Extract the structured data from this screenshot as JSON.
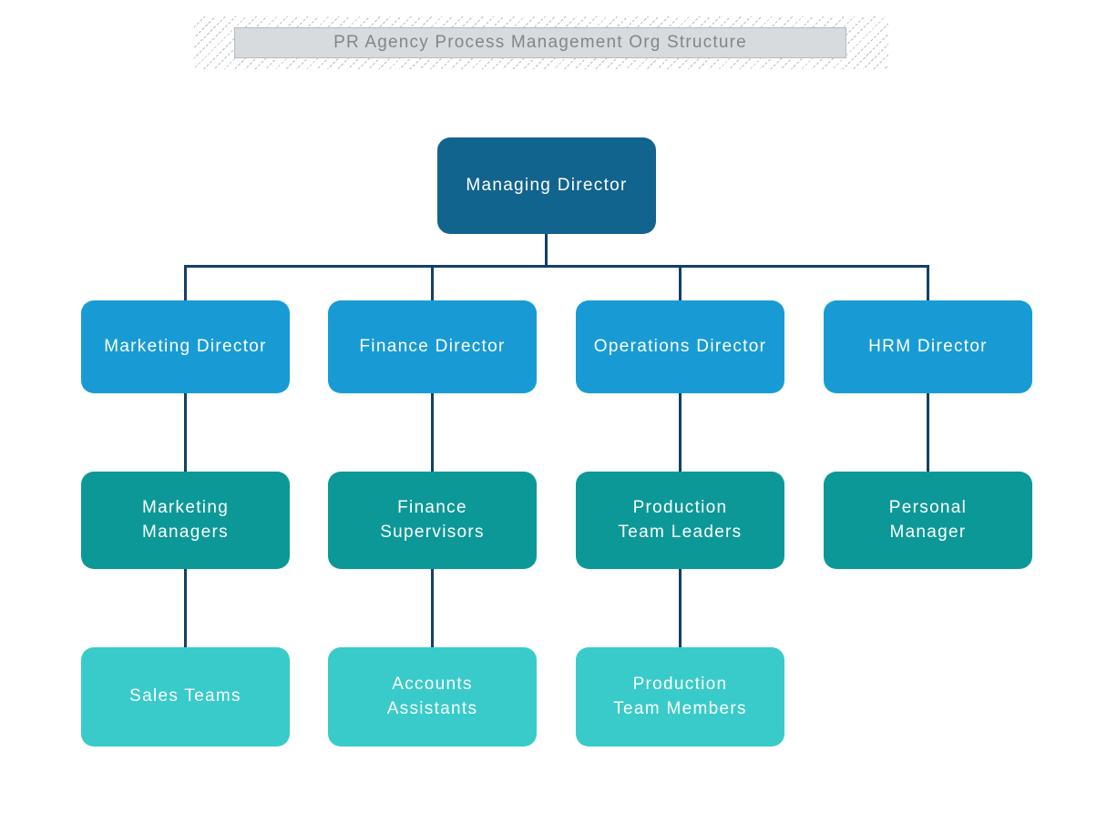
{
  "title": {
    "text": "PR Agency Process Management Org Structure"
  },
  "colors": {
    "root-fill": "#11648e",
    "director-fill": "#189bd5",
    "manager-fill": "#0d9898",
    "team-fill": "#38cbc9",
    "connector": "#143f68",
    "title-text": "#828689",
    "title-fill": "#d8dbde",
    "title-border": "#b7bbbf",
    "hatch-line": "#b9bdc2"
  },
  "chart": {
    "root": {
      "label": "Managing Director"
    },
    "columns": [
      {
        "director": {
          "label": "Marketing Director"
        },
        "manager": {
          "label": "Marketing\nManagers"
        },
        "team": {
          "label": "Sales Teams"
        }
      },
      {
        "director": {
          "label": "Finance Director"
        },
        "manager": {
          "label": "Finance\nSupervisors"
        },
        "team": {
          "label": "Accounts\nAssistants"
        }
      },
      {
        "director": {
          "label": "Operations Director"
        },
        "manager": {
          "label": "Production\nTeam Leaders"
        },
        "team": {
          "label": "Production\nTeam Members"
        }
      },
      {
        "director": {
          "label": "HRM Director"
        },
        "manager": {
          "label": "Personal\nManager"
        }
      }
    ]
  }
}
